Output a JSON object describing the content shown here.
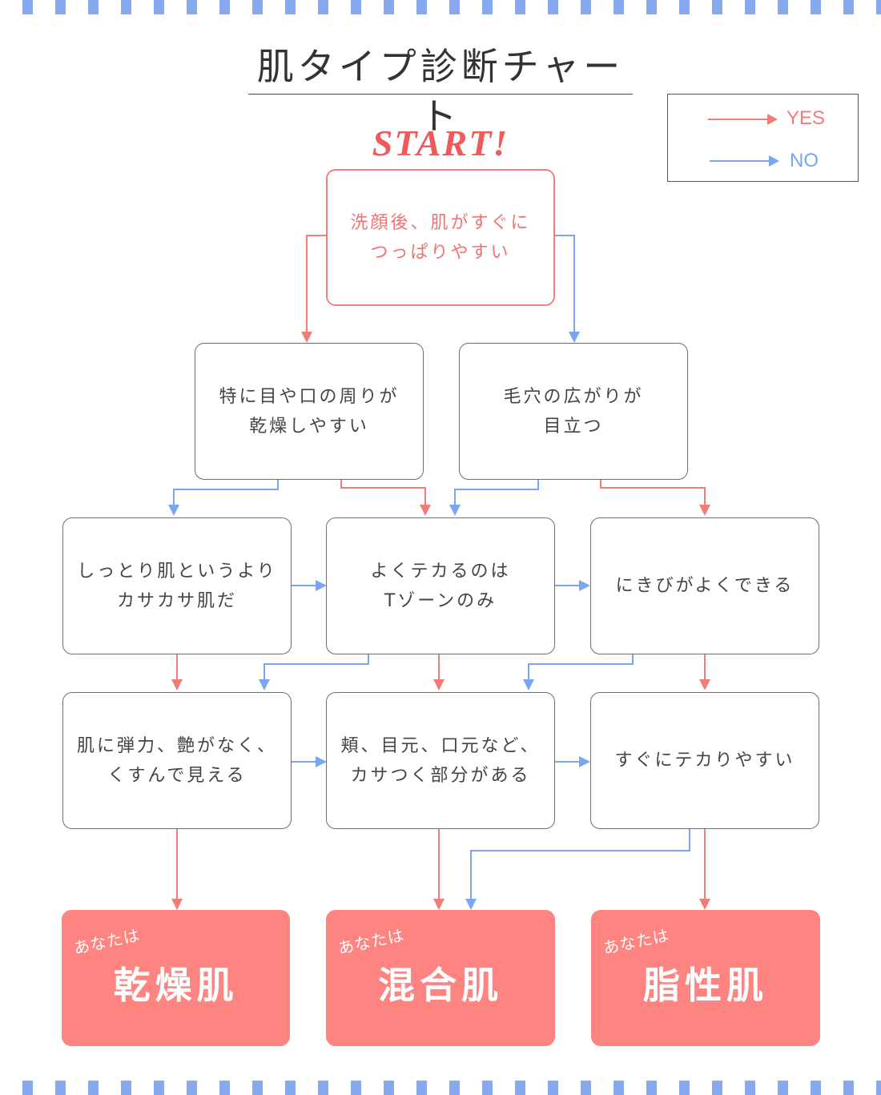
{
  "title": "肌タイプ診断チャート",
  "start_label": "START!",
  "legend": {
    "yes": "YES",
    "no": "NO"
  },
  "colors": {
    "yes": "#f27c78",
    "no": "#7aa6ef",
    "result_bg": "#fd8480",
    "border_dash": "#86a9ef"
  },
  "nodes": {
    "q1": "洗顔後、肌がすぐに\nつっぱりやすい",
    "q2": "特に目や口の周りが\n乾燥しやすい",
    "q3": "毛穴の広がりが\n目立つ",
    "q4": "しっとり肌というより\nカサカサ肌だ",
    "q5": "よくテカるのは\nTゾーンのみ",
    "q6": "にきびがよくできる",
    "q7": "肌に弾力、艶がなく、\nくすんで見える",
    "q8": "頬、目元、口元など、\nカサつく部分がある",
    "q9": "すぐにテカりやすい"
  },
  "results": [
    {
      "prefix": "あなたは",
      "type": "乾燥肌"
    },
    {
      "prefix": "あなたは",
      "type": "混合肌"
    },
    {
      "prefix": "あなたは",
      "type": "脂性肌"
    }
  ]
}
